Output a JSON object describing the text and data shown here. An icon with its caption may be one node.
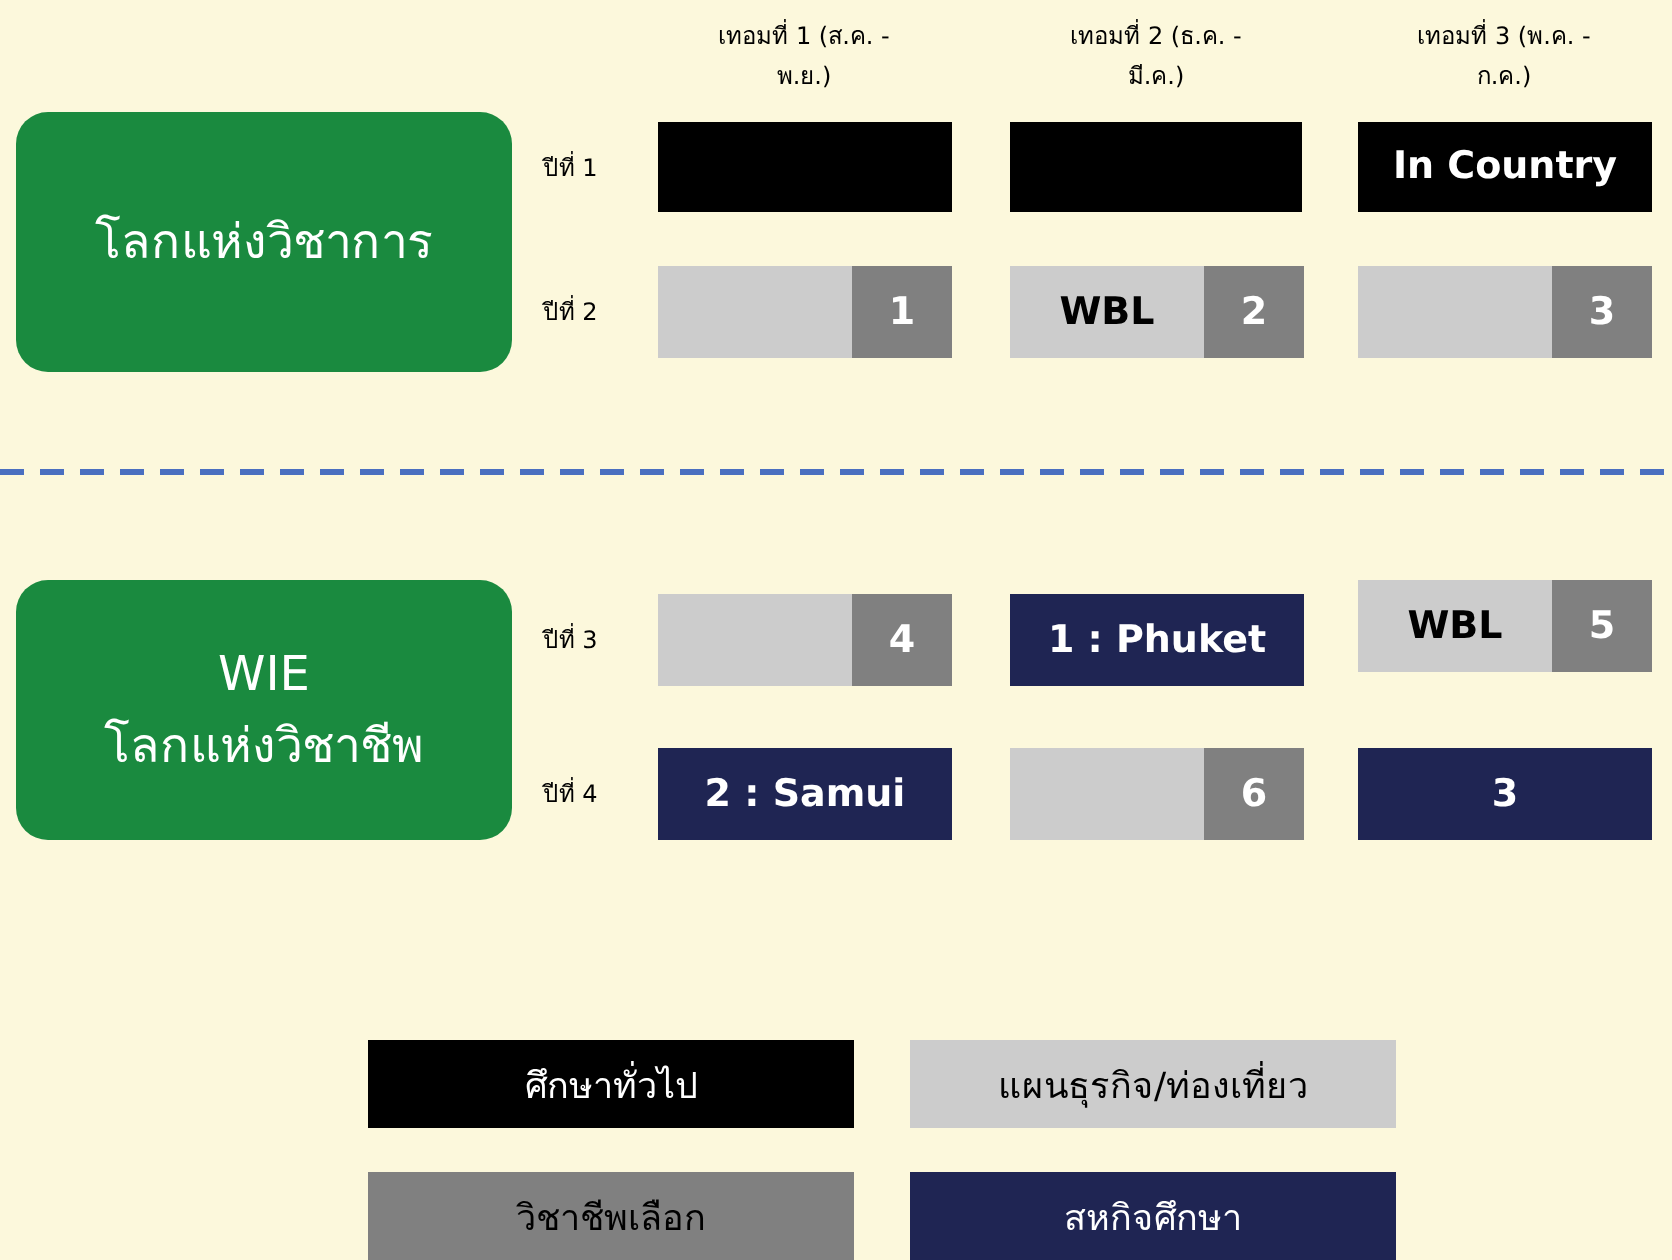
{
  "diagram": {
    "nodes": [
      {
        "text": [
          "โลกแห่งวิชาการ"
        ]
      },
      {
        "text": [],
        "shape": "bar"
      },
      {
        "text": [],
        "shape": "bar"
      },
      {
        "text": [
          "In Country"
        ]
      },
      {
        "text": [],
        "shape": "bar"
      },
      {
        "text": [
          "1"
        ],
        "in": 4
      },
      {
        "text": [
          "WBL"
        ]
      },
      {
        "text": [
          "2"
        ],
        "in": 6
      },
      {
        "text": [],
        "shape": "bar"
      },
      {
        "text": [
          "3"
        ],
        "in": 8
      },
      {
        "text": [
          "WIE",
          "โลกแห่งวิชาชีพ"
        ]
      },
      {
        "text": [],
        "shape": "bar"
      },
      {
        "text": [
          "4"
        ],
        "in": 11
      },
      {
        "text": [
          "1 : Phuket"
        ]
      },
      {
        "text": [
          "WBL"
        ]
      },
      {
        "text": [
          "5"
        ],
        "in": 14
      },
      {
        "text": [
          "2 : Samui"
        ]
      },
      {
        "text": [],
        "shape": "bar"
      },
      {
        "text": [
          "6"
        ],
        "in": 17
      },
      {
        "text": [
          "3"
        ]
      }
    ],
    "edges": [],
    "labels": [
      "เทอมที่ 1 (ส.ค. - พ.ย.)",
      "เทอมที่ 2 (ธ.ค. - มี.ค.)",
      "เทอมที่ 3 (พ.ค. - ก.ค.)",
      "ปีที่ 1",
      "ปีที่ 2",
      "ปีที่ 3",
      "ปีที่ 4"
    ],
    "legend": [
      {
        "text": "ศึกษาทั่วไป",
        "color": "#000000"
      },
      {
        "text": "แผนธุรกิจ/ท่องเที่ยว",
        "color": "#cccccc"
      },
      {
        "text": "วิชาชีพเลือก",
        "color": "#808080"
      },
      {
        "text": "สหกิจศึกษา",
        "color": "#1f2553"
      }
    ]
  }
}
